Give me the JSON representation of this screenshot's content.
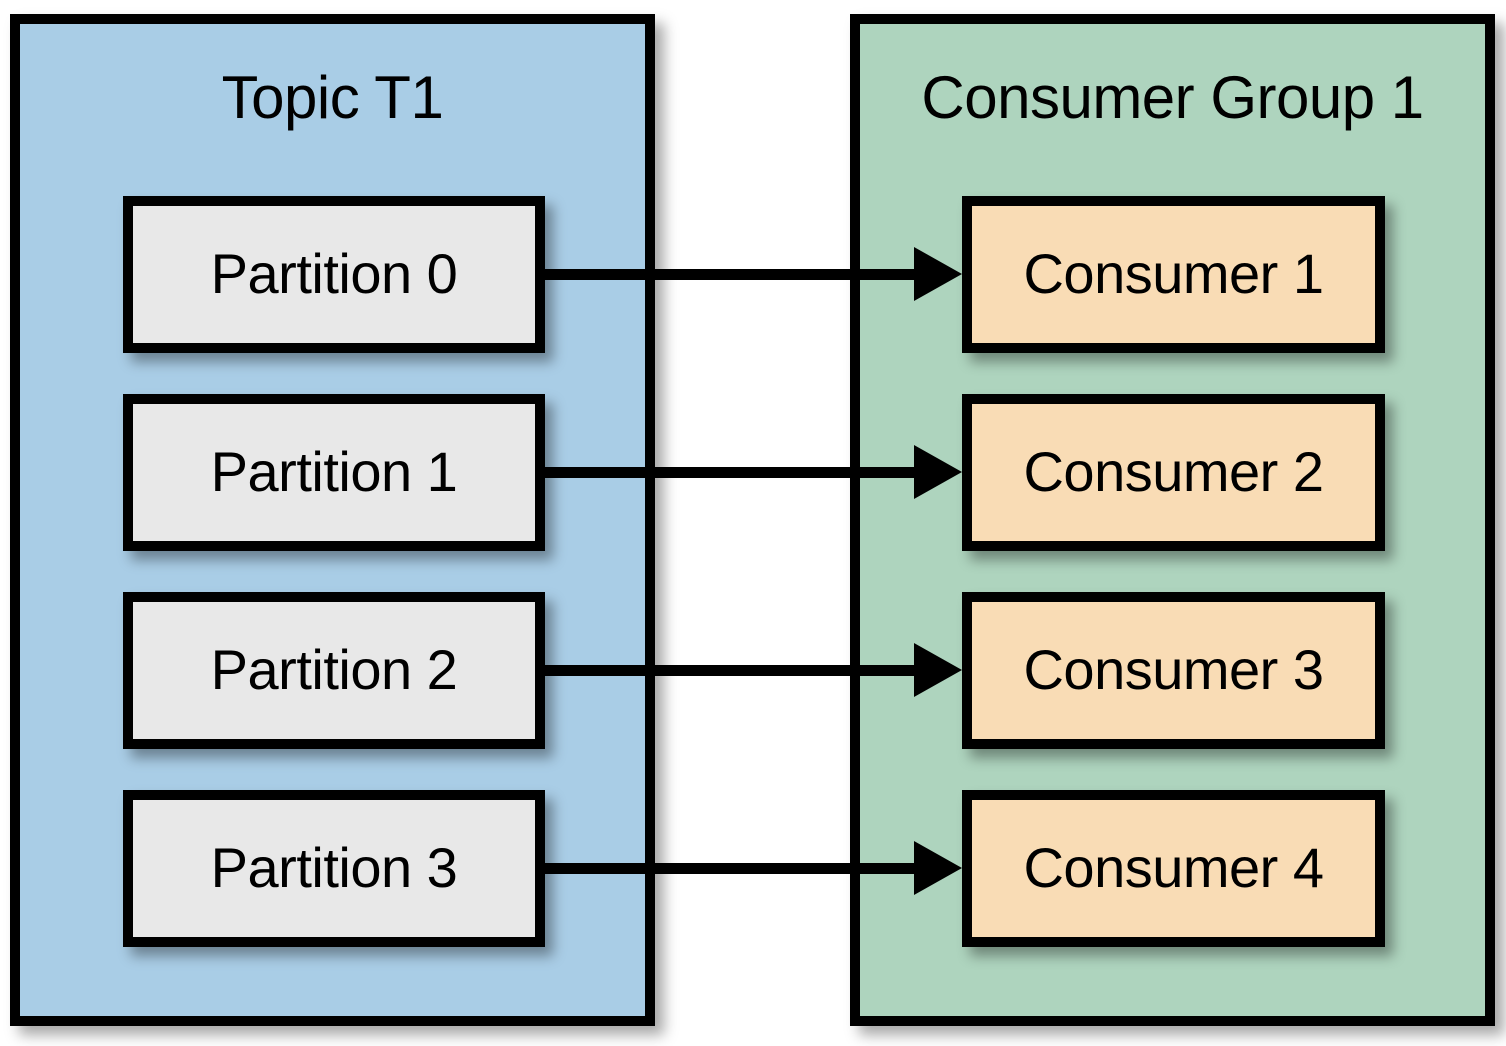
{
  "diagram": {
    "title": "Kafka topic partitions mapped one-to-one to consumers in a consumer group",
    "type": "flow-diagram",
    "background_color": "#ffffff"
  },
  "left_panel": {
    "title": "Topic T1",
    "fill_color": "#a9cde6",
    "border_color": "#000000",
    "items": [
      {
        "label": "Partition 0",
        "fill_color": "#e8e8e8"
      },
      {
        "label": "Partition 1",
        "fill_color": "#e8e8e8"
      },
      {
        "label": "Partition 2",
        "fill_color": "#e8e8e8"
      },
      {
        "label": "Partition 3",
        "fill_color": "#e8e8e8"
      }
    ]
  },
  "right_panel": {
    "title": "Consumer Group 1",
    "fill_color": "#aed4be",
    "border_color": "#000000",
    "items": [
      {
        "label": "Consumer 1",
        "fill_color": "#f9dcb5"
      },
      {
        "label": "Consumer 2",
        "fill_color": "#f9dcb5"
      },
      {
        "label": "Consumer 3",
        "fill_color": "#f9dcb5"
      },
      {
        "label": "Consumer 4",
        "fill_color": "#f9dcb5"
      }
    ]
  },
  "connections": [
    {
      "from": "Partition 0",
      "to": "Consumer 1",
      "style": "arrow"
    },
    {
      "from": "Partition 1",
      "to": "Consumer 2",
      "style": "arrow"
    },
    {
      "from": "Partition 2",
      "to": "Consumer 3",
      "style": "arrow"
    },
    {
      "from": "Partition 3",
      "to": "Consumer 4",
      "style": "arrow"
    }
  ]
}
